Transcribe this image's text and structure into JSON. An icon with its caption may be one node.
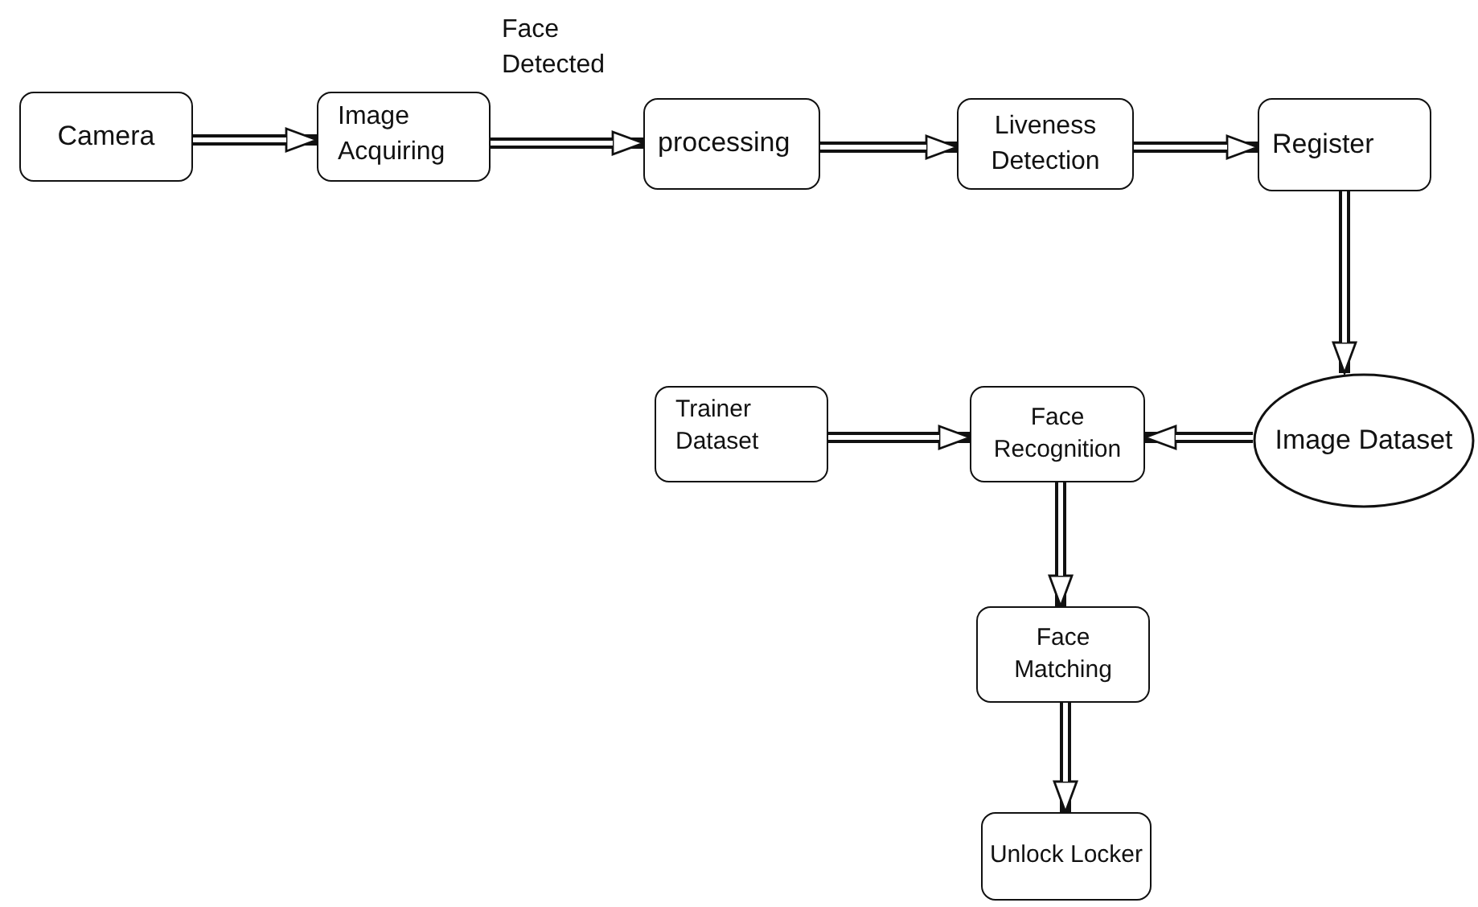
{
  "diagram": {
    "nodes": [
      {
        "text": [
          "Camera"
        ]
      },
      {
        "text": [
          "Image Acquiring"
        ]
      },
      {
        "text": [
          "processing"
        ]
      },
      {
        "text": [
          "Liveness Detection"
        ]
      },
      {
        "text": [
          "Register"
        ]
      },
      {
        "text": [
          "Trainer Dataset"
        ]
      },
      {
        "text": [
          "Face Recognition"
        ]
      },
      {
        "text": [
          "Image Dataset"
        ]
      },
      {
        "text": [
          "Face Matching"
        ]
      },
      {
        "text": [
          "Unlock Locker"
        ]
      }
    ],
    "edges": [
      {
        "from": 0,
        "to": 1,
        "arrow": "to"
      },
      {
        "from": 1,
        "to": 2,
        "arrow": "to",
        "label": "Face Detected"
      },
      {
        "from": 2,
        "to": 3,
        "arrow": "to"
      },
      {
        "from": 3,
        "to": 4,
        "arrow": "to"
      },
      {
        "from": 4,
        "to": 7,
        "arrow": "to"
      },
      {
        "from": 5,
        "to": 6,
        "arrow": "to"
      },
      {
        "from": 7,
        "to": 6,
        "arrow": "to"
      },
      {
        "from": 6,
        "to": 8,
        "arrow": "to"
      },
      {
        "from": 8,
        "to": 9,
        "arrow": "to"
      }
    ]
  }
}
